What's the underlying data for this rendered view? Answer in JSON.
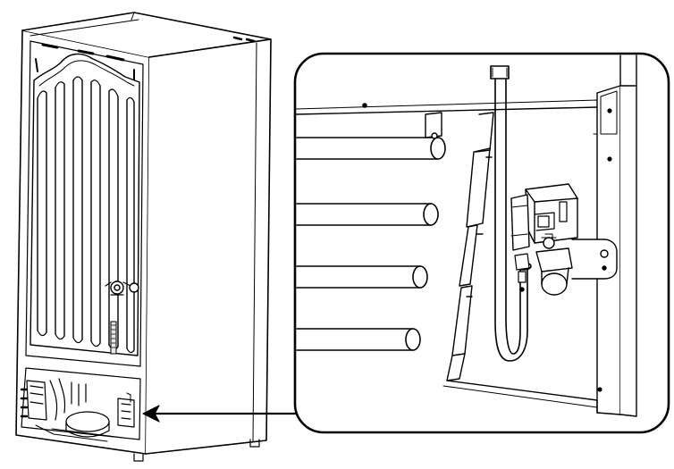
{
  "figure": {
    "style": "black-line-art",
    "stroke_color": "#000000",
    "fill_color": "#ffffff",
    "shade_color": "#e6e6e6",
    "parts": [
      "refrigerator-cabinet",
      "condenser-coils",
      "water-valve",
      "water-line",
      "detail-callout",
      "callout-arrow"
    ]
  }
}
